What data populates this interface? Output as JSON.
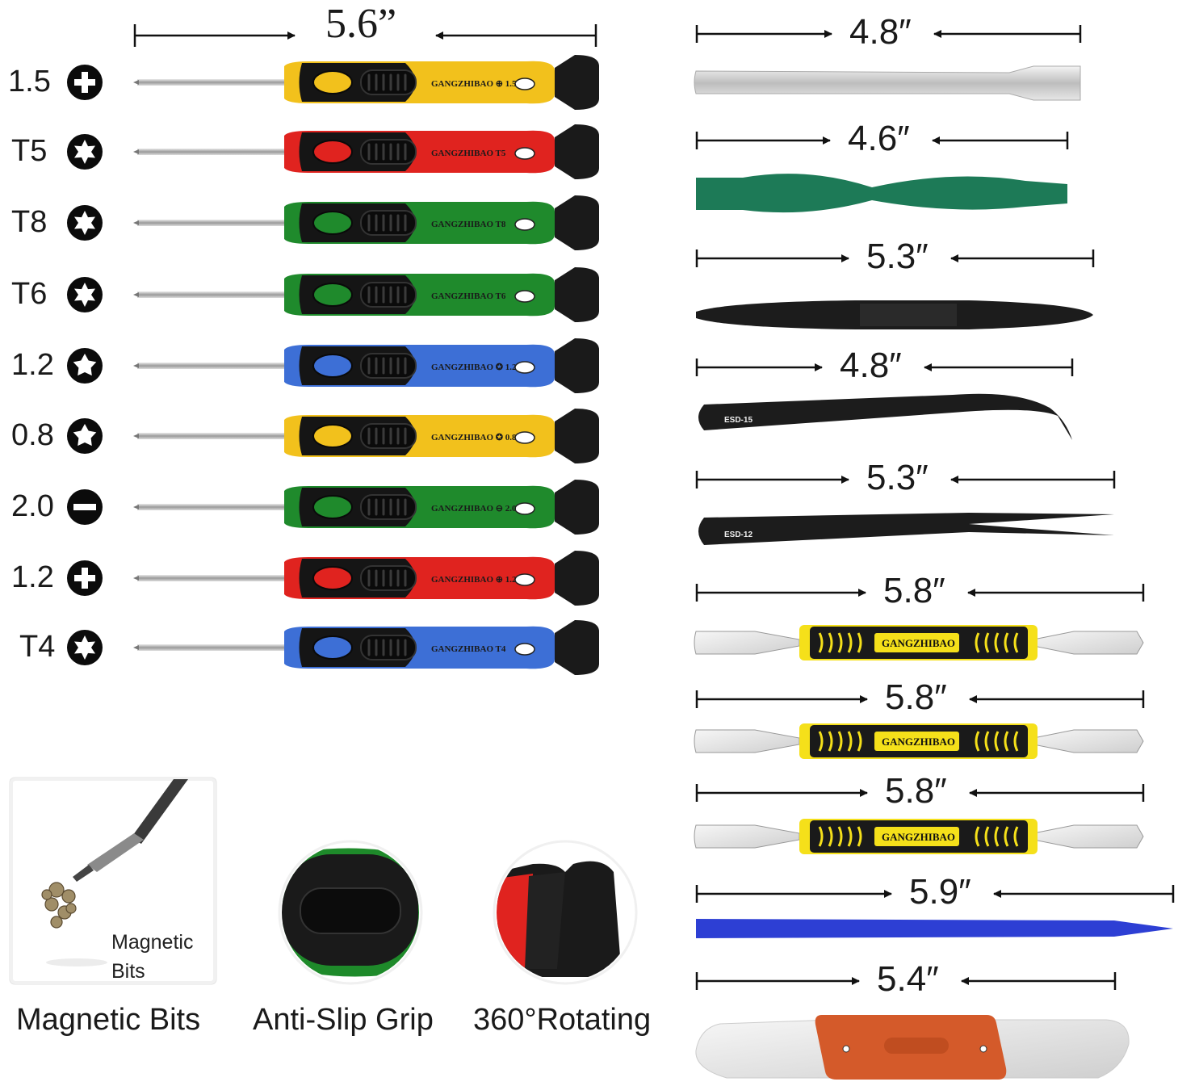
{
  "screwdriver_length": "5.6”",
  "brand": "GANGZHIBAO",
  "screwdrivers": [
    {
      "size": "1.5",
      "tip_icon": "phillips-icon",
      "handle_text": "GANGZHIBAO ⊕ 1.5",
      "color": "#f2c11c"
    },
    {
      "size": "T5",
      "tip_icon": "torx-icon",
      "handle_text": "GANGZHIBAO T5",
      "color": "#e0231f"
    },
    {
      "size": "T8",
      "tip_icon": "torx-icon",
      "handle_text": "GANGZHIBAO T8",
      "color": "#1f8a2c"
    },
    {
      "size": "T6",
      "tip_icon": "torx-icon",
      "handle_text": "GANGZHIBAO T6",
      "color": "#1f8a2c"
    },
    {
      "size": "1.2",
      "tip_icon": "pentalobe-icon",
      "handle_text": "GANGZHIBAO ✪ 1.2",
      "color": "#3d6fd6"
    },
    {
      "size": "0.8",
      "tip_icon": "pentalobe-icon",
      "handle_text": "GANGZHIBAO ✪ 0.8",
      "color": "#f2c11c"
    },
    {
      "size": "2.0",
      "tip_icon": "flathead-icon",
      "handle_text": "GANGZHIBAO ⊖ 2.0",
      "color": "#1f8a2c"
    },
    {
      "size": "1.2",
      "tip_icon": "phillips-icon",
      "handle_text": "GANGZHIBAO ⊕ 1.2",
      "color": "#e0231f"
    },
    {
      "size": "T4",
      "tip_icon": "torx-icon",
      "handle_text": "GANGZHIBAO T4",
      "color": "#3d6fd6"
    }
  ],
  "tools": [
    {
      "name": "metal-spudger",
      "length": "4.8″",
      "color": "#c9c9c9"
    },
    {
      "name": "green-pry-tool",
      "length": "4.6″",
      "color": "#1d7a57"
    },
    {
      "name": "black-spudger",
      "length": "5.3″",
      "color": "#1c1c1c"
    },
    {
      "name": "curved-tweezers",
      "length": "4.8″",
      "color": "#1c1c1c",
      "label": "ESD-15"
    },
    {
      "name": "straight-tweezers",
      "length": "5.3″",
      "color": "#1c1c1c",
      "label": "ESD-12"
    },
    {
      "name": "dual-spudger-1",
      "length": "5.8″",
      "color": "#f5e01a",
      "label": "GANGZHIBAO"
    },
    {
      "name": "dual-spudger-2",
      "length": "5.8″",
      "color": "#f5e01a",
      "label": "GANGZHIBAO"
    },
    {
      "name": "dual-spudger-3",
      "length": "5.8″",
      "color": "#f5e01a",
      "label": "GANGZHIBAO"
    },
    {
      "name": "blue-pry-bar",
      "length": "5.9″",
      "color": "#2d3fd4"
    },
    {
      "name": "opening-blade",
      "length": "5.4″",
      "color": "#d45a2a"
    }
  ],
  "features": [
    {
      "caption": "Magnetic Bits",
      "inset_text": [
        "Magnetic",
        "Bits"
      ]
    },
    {
      "caption": "Anti-Slip Grip"
    },
    {
      "caption": "360°Rotating"
    }
  ]
}
